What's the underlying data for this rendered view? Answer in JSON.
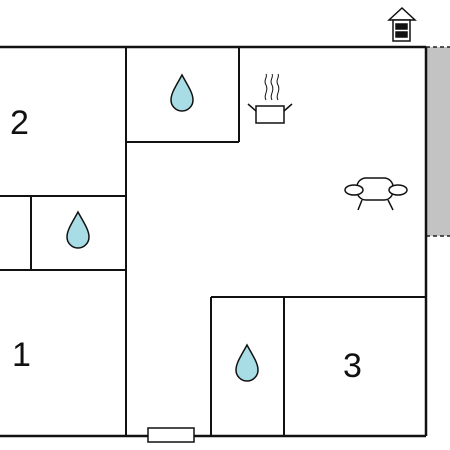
{
  "floorplan": {
    "rooms": [
      {
        "id": "room-2",
        "label": "2"
      },
      {
        "id": "room-1",
        "label": "1"
      },
      {
        "id": "room-3",
        "label": "3"
      }
    ],
    "icons": {
      "bathroom": "water-drop-icon",
      "kitchen": "cooking-pot-icon",
      "living": "sofa-icon",
      "entrance": "house-entrance-icon"
    },
    "colors": {
      "wall": "#111111",
      "water": "#a8dde6",
      "terrace": "#c3c3c3",
      "background": "#ffffff"
    }
  }
}
